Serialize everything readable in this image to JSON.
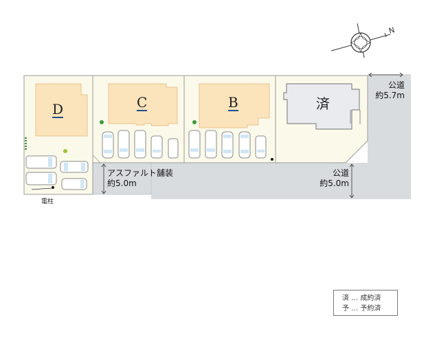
{
  "compass": {
    "label": "N",
    "icon": "compass-rose-icon"
  },
  "lots": [
    {
      "id": "D",
      "label": "D",
      "status": "available"
    },
    {
      "id": "C",
      "label": "C",
      "status": "available"
    },
    {
      "id": "B",
      "label": "B",
      "status": "available"
    },
    {
      "id": "sold",
      "label": "済",
      "status": "sold"
    }
  ],
  "roads": {
    "private_road": {
      "line1": "アスファルト舗装",
      "line2": "約5.0m"
    },
    "public_road_south": {
      "line1": "公道",
      "line2": "約5.0m"
    },
    "public_road_east": {
      "line1": "公道",
      "line2": "約5.7m"
    }
  },
  "utility_pole": {
    "label": "電柱"
  },
  "legend": {
    "items": [
      {
        "mark": "済",
        "sep": "…",
        "text": "成約済"
      },
      {
        "mark": "予",
        "sep": "…",
        "text": "予約済"
      }
    ]
  },
  "colors": {
    "house_fill": "#fbe3bb",
    "house_border": "#e8c48e",
    "lot_fill": "#fbf9ea",
    "road_fill": "#d8dcdf",
    "sold_fill": "#e9ebee",
    "label_underline": "#1f4e8c",
    "tree_green": "#3a9a3a"
  }
}
